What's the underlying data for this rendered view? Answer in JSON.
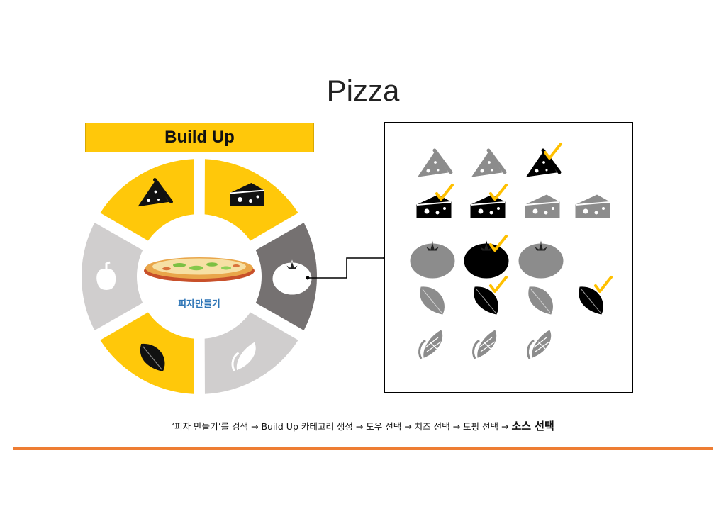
{
  "title": "Pizza",
  "banner": {
    "label": "Build Up"
  },
  "wheel": {
    "center_label": "피자만들기",
    "segments": [
      {
        "name": "dough",
        "state": "selected",
        "color": "#ffc80a",
        "icon": "pizza-slice-icon"
      },
      {
        "name": "cheese",
        "state": "selected",
        "color": "#ffc80a",
        "icon": "cheese-icon"
      },
      {
        "name": "sauce",
        "state": "active",
        "color": "#757171",
        "icon": "tomato-icon"
      },
      {
        "name": "corn",
        "state": "inactive",
        "color": "#d0cece",
        "icon": "corn-icon"
      },
      {
        "name": "basil",
        "state": "selected",
        "color": "#ffc80a",
        "icon": "leaf-icon"
      },
      {
        "name": "pepper",
        "state": "inactive",
        "color": "#d0cece",
        "icon": "pepper-icon"
      }
    ]
  },
  "panel": {
    "rows": [
      {
        "icon": "pizza-slice-icon",
        "items": [
          {
            "checked": false
          },
          {
            "checked": false
          },
          {
            "checked": true
          }
        ]
      },
      {
        "icon": "cheese-icon",
        "items": [
          {
            "checked": true
          },
          {
            "checked": true
          },
          {
            "checked": false
          },
          {
            "checked": false
          }
        ]
      },
      {
        "icon": "tomato-icon",
        "items": [
          {
            "checked": false
          },
          {
            "checked": true
          },
          {
            "checked": false
          }
        ]
      },
      {
        "icon": "leaf-icon",
        "items": [
          {
            "checked": false
          },
          {
            "checked": true
          },
          {
            "checked": false
          },
          {
            "checked": true
          }
        ]
      },
      {
        "icon": "corn-icon",
        "items": [
          {
            "checked": false
          },
          {
            "checked": false
          },
          {
            "checked": false
          }
        ]
      }
    ]
  },
  "colors": {
    "yellow": "#ffc80a",
    "dark_grey": "#757171",
    "light_grey": "#d0cece",
    "check": "#ffc000",
    "rule": "#ee7d33"
  },
  "caption": {
    "steps": "‘피자 만들기’를 검색 → Build Up 카테고리 생성 → 도우 선택 → 치즈 선택 → 토핑 선택 → ",
    "final": "소스 선택"
  }
}
